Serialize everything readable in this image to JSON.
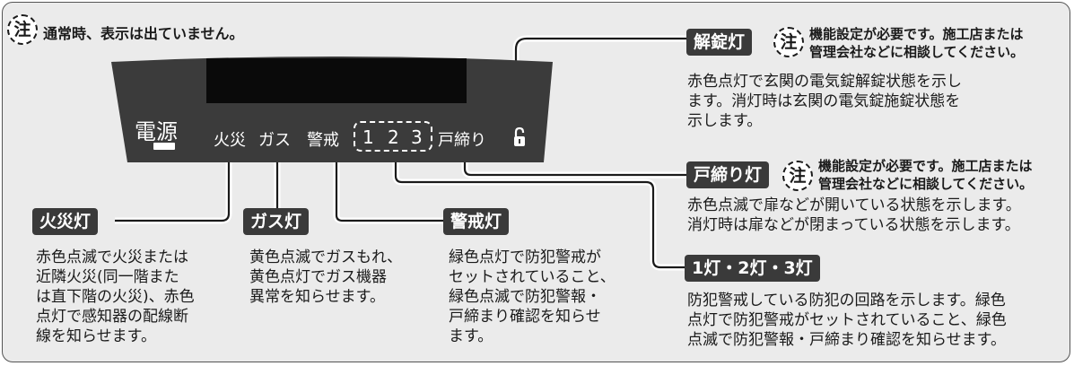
{
  "header_note": {
    "badge": "注",
    "text": "通常時、表示は出ていません。"
  },
  "panel": {
    "power_label": "電源",
    "fire_label": "火災",
    "gas_label": "ガス",
    "security_label": "警戒",
    "zones": [
      "1",
      "2",
      "3"
    ],
    "door_label": "戸締り",
    "lock_icon": "unlock-icon"
  },
  "unlock_lamp": {
    "tag": "解錠灯",
    "note_badge": "注",
    "note_lines": [
      "機能設定が必要です。施工店または",
      "管理会社などに相談してください。"
    ],
    "desc_lines": [
      "赤色点灯で玄関の電気錠解錠状態を示し",
      "ます。消灯時は玄関の電気錠施錠状態を",
      "示します。"
    ]
  },
  "door_lamp": {
    "tag": "戸締り灯",
    "note_badge": "注",
    "note_lines": [
      "機能設定が必要です。施工店または",
      "管理会社などに相談してください。"
    ],
    "desc_lines": [
      "赤色点滅で扉などが開いている状態を示します。",
      "消灯時は扉などが閉まっている状態を示します。"
    ]
  },
  "fire_lamp": {
    "tag": "火災灯",
    "desc_lines": [
      "赤色点滅で火災または",
      "近隣火災(同一階また",
      "は直下階の火災)、赤色",
      "点灯で感知器の配線断",
      "線を知らせます。"
    ]
  },
  "gas_lamp": {
    "tag": "ガス灯",
    "desc_lines": [
      "黄色点滅でガスもれ、",
      "黄色点灯でガス機器",
      "異常を知らせます。"
    ]
  },
  "security_lamp": {
    "tag": "警戒灯",
    "desc_lines": [
      "緑色点灯で防犯警戒が",
      "セットされていること、",
      "緑色点滅で防犯警報・",
      "戸締まり確認を知らせ",
      "ます。"
    ]
  },
  "zone_lamps": {
    "tag": "1灯・2灯・3灯",
    "desc_lines": [
      "防犯警戒している防犯の回路を示します。緑色",
      "点灯で防犯警戒がセットされていること、緑色",
      "点滅で防犯警報・戸締まり確認を知らせます。"
    ]
  },
  "colors": {
    "panel": "#3b3b3b",
    "background": "#ebebeb",
    "tag": "#3a3a3a"
  }
}
